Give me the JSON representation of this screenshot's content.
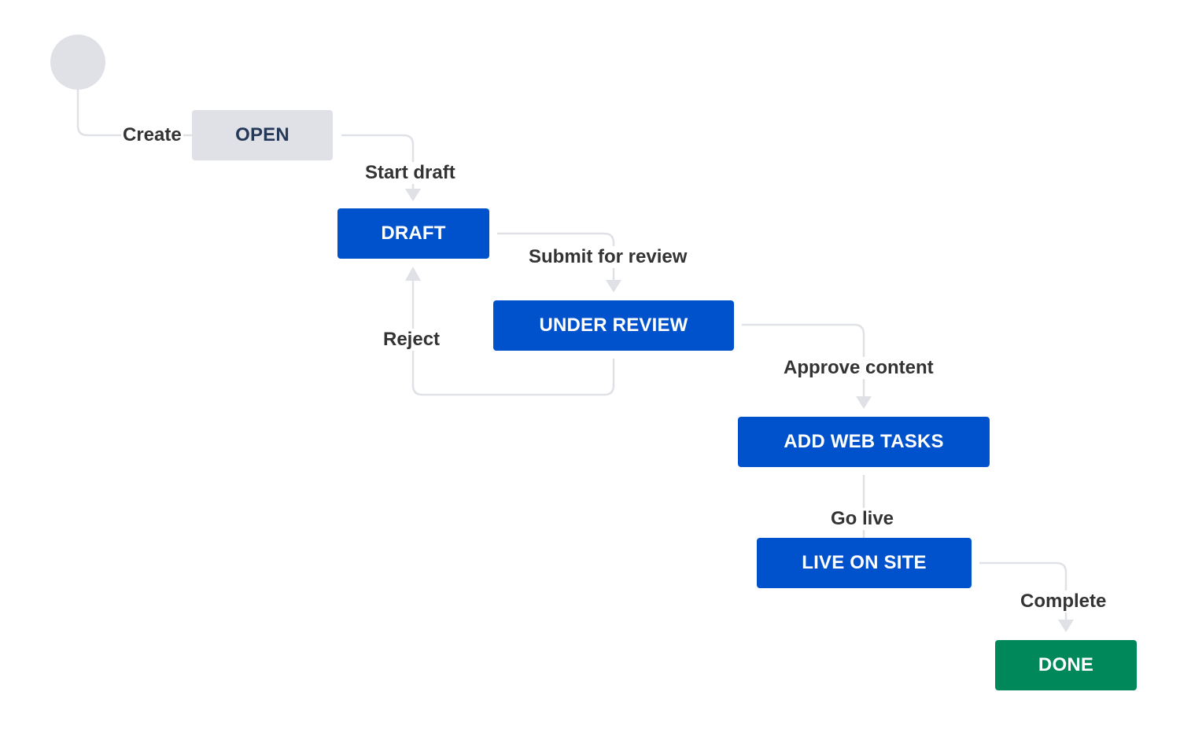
{
  "colors": {
    "status_blue": "#0052cc",
    "status_grey": "#dfe1e6",
    "status_green": "#00875a",
    "connector": "#dfe1e6",
    "label_text": "#333333"
  },
  "statuses": {
    "open": "OPEN",
    "draft": "DRAFT",
    "under_review": "UNDER REVIEW",
    "add_web_tasks": "ADD WEB TASKS",
    "live_on_site": "LIVE ON SITE",
    "done": "DONE"
  },
  "transitions": {
    "create": "Create",
    "start_draft": "Start draft",
    "submit_for_review": "Submit for review",
    "reject": "Reject",
    "approve_content": "Approve content",
    "go_live": "Go live",
    "complete": "Complete"
  }
}
